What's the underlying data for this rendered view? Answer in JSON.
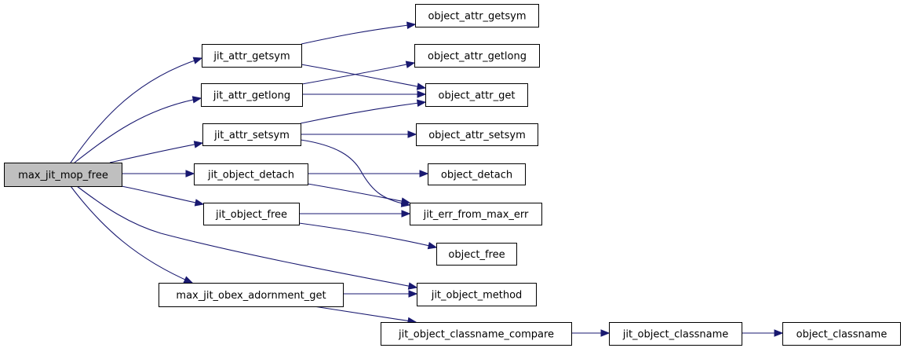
{
  "nodes": [
    {
      "id": "max_jit_mop_free",
      "label": "max_jit_mop_free",
      "root": true
    },
    {
      "id": "jit_attr_getsym",
      "label": "jit_attr_getsym"
    },
    {
      "id": "jit_attr_getlong",
      "label": "jit_attr_getlong"
    },
    {
      "id": "jit_attr_setsym",
      "label": "jit_attr_setsym"
    },
    {
      "id": "jit_object_detach",
      "label": "jit_object_detach"
    },
    {
      "id": "jit_object_free",
      "label": "jit_object_free"
    },
    {
      "id": "max_jit_obex_adornment_get",
      "label": "max_jit_obex_adornment_get"
    },
    {
      "id": "object_attr_getsym",
      "label": "object_attr_getsym"
    },
    {
      "id": "object_attr_getlong",
      "label": "object_attr_getlong"
    },
    {
      "id": "object_attr_get",
      "label": "object_attr_get"
    },
    {
      "id": "object_attr_setsym",
      "label": "object_attr_setsym"
    },
    {
      "id": "object_detach",
      "label": "object_detach"
    },
    {
      "id": "jit_err_from_max_err",
      "label": "jit_err_from_max_err"
    },
    {
      "id": "object_free",
      "label": "object_free"
    },
    {
      "id": "jit_object_method",
      "label": "jit_object_method"
    },
    {
      "id": "jit_object_classname_compare",
      "label": "jit_object_classname_compare"
    },
    {
      "id": "jit_object_classname",
      "label": "jit_object_classname"
    },
    {
      "id": "object_classname",
      "label": "object_classname"
    }
  ],
  "edges": [
    {
      "from": "max_jit_mop_free",
      "to": "jit_attr_getsym"
    },
    {
      "from": "max_jit_mop_free",
      "to": "jit_attr_getlong"
    },
    {
      "from": "max_jit_mop_free",
      "to": "jit_attr_setsym"
    },
    {
      "from": "max_jit_mop_free",
      "to": "jit_object_detach"
    },
    {
      "from": "max_jit_mop_free",
      "to": "jit_object_free"
    },
    {
      "from": "max_jit_mop_free",
      "to": "jit_object_method"
    },
    {
      "from": "max_jit_mop_free",
      "to": "max_jit_obex_adornment_get"
    },
    {
      "from": "jit_attr_getsym",
      "to": "object_attr_getsym"
    },
    {
      "from": "jit_attr_getsym",
      "to": "object_attr_get"
    },
    {
      "from": "jit_attr_getlong",
      "to": "object_attr_getlong"
    },
    {
      "from": "jit_attr_getlong",
      "to": "object_attr_get"
    },
    {
      "from": "jit_attr_setsym",
      "to": "object_attr_get"
    },
    {
      "from": "jit_attr_setsym",
      "to": "object_attr_setsym"
    },
    {
      "from": "jit_attr_setsym",
      "to": "jit_err_from_max_err"
    },
    {
      "from": "jit_object_detach",
      "to": "object_detach"
    },
    {
      "from": "jit_object_detach",
      "to": "jit_err_from_max_err"
    },
    {
      "from": "jit_object_free",
      "to": "jit_err_from_max_err"
    },
    {
      "from": "jit_object_free",
      "to": "object_free"
    },
    {
      "from": "max_jit_obex_adornment_get",
      "to": "jit_object_method"
    },
    {
      "from": "max_jit_obex_adornment_get",
      "to": "jit_object_classname_compare"
    },
    {
      "from": "jit_object_classname_compare",
      "to": "jit_object_classname"
    },
    {
      "from": "jit_object_classname",
      "to": "object_classname"
    }
  ],
  "colors": {
    "edge": "#191970",
    "root_fill": "#bfbfbf",
    "node_fill": "#ffffff",
    "border": "#000000"
  }
}
